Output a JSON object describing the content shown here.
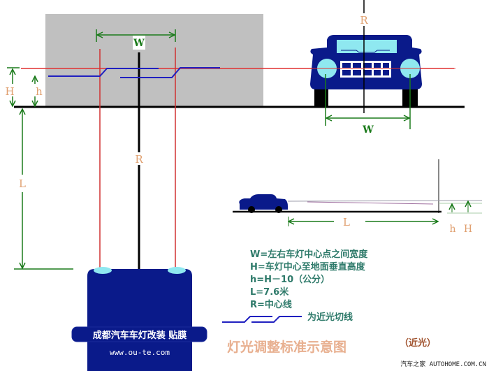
{
  "labels": {
    "W_top": "W",
    "W_car": "W",
    "R_center": "R",
    "R_car": "R",
    "H_left": "H",
    "h_left": "h",
    "L_left": "L",
    "L_side": "L",
    "h_side": "h",
    "H_side": "H"
  },
  "legend": {
    "lines": [
      "W=左右车灯中心点之间宽度",
      "H=车灯中心至地面垂直高度",
      "h=H－10（公分）",
      "L=7.6米",
      "R=中心线"
    ],
    "cutoff_label": "为近光切线"
  },
  "car_banner": {
    "shop": "成都汽车车灯改装 贴膜",
    "url": "www.ou-te.com"
  },
  "title": "灯光调整标准示意图",
  "subtitle": "（近光）",
  "watermark": "汽车之家 AUTOHOME.COM.CN",
  "colors": {
    "wall": "#c0c0c0",
    "beam_red": "#e03030",
    "cutoff_blue": "#2020c0",
    "dimension_green": "#1a7a1a",
    "label_orange": "#e0a070",
    "legend_teal": "#2e7a6a",
    "car_blue": "#0a1a8a",
    "light_cyan": "#8fe8f0"
  }
}
